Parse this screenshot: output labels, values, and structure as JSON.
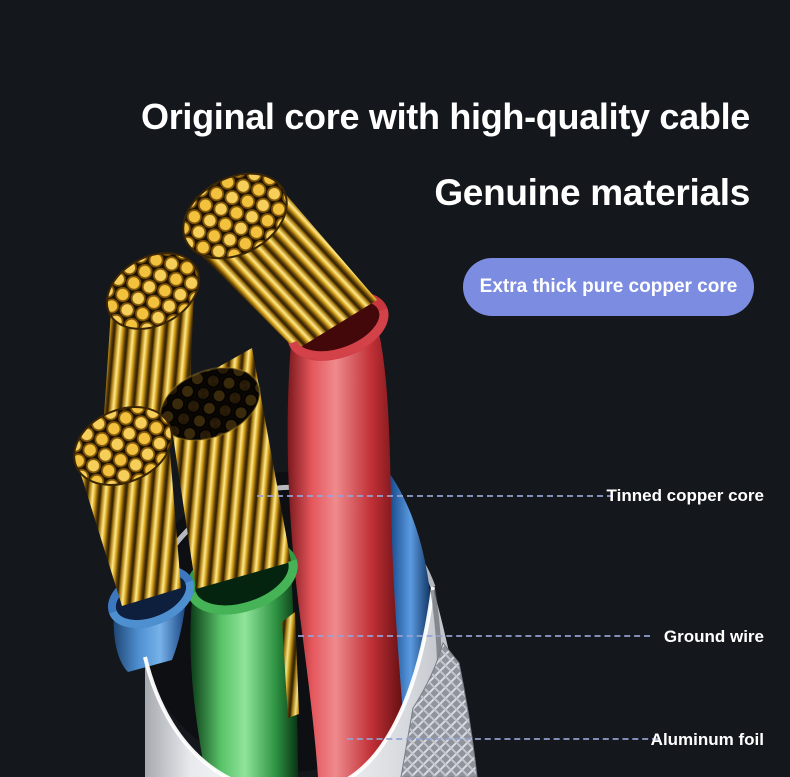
{
  "page": {
    "background_color": "#14171c"
  },
  "header": {
    "title": "Original core with high-quality cable",
    "subtitle": "Genuine materials"
  },
  "badge": {
    "label": "Extra thick pure copper core",
    "background_color": "#7c8ce1",
    "text_color": "#ffffff"
  },
  "callouts": {
    "tinned_copper_core": {
      "label": "Tinned copper core"
    },
    "ground_wire": {
      "label": "Ground wire"
    },
    "aluminum_foil": {
      "label": "Aluminum foil"
    }
  },
  "illustration": {
    "description": "3D cross-section of a cable end: four stranded copper cores, red / green / two blue insulated wires, aluminum foil braid and white outer jacket",
    "colors": {
      "copper": "#f2c13e",
      "red_wire": "#c63238",
      "green_wire": "#2f9444",
      "blue_wire": "#2f6cb8",
      "jacket": "#f2f3f5",
      "leader_line": "#97a3d4"
    }
  }
}
